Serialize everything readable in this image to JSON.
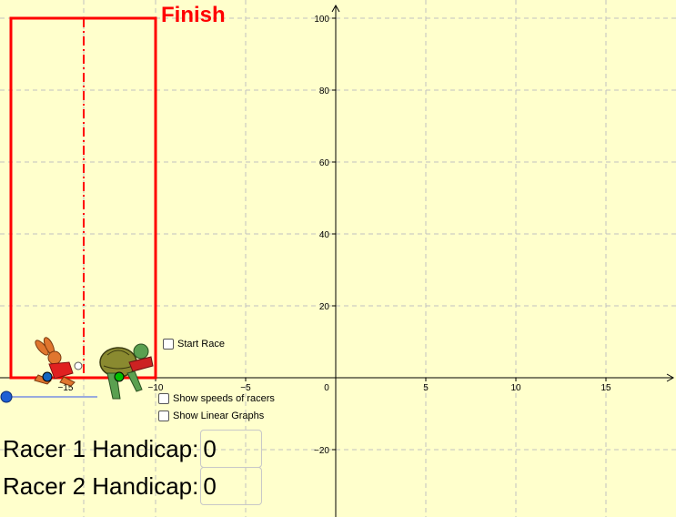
{
  "finish_label": "Finish",
  "axes": {
    "x_ticks": [
      "−15",
      "−10",
      "−5",
      "0",
      "5",
      "10",
      "15"
    ],
    "y_ticks": [
      "100",
      "80",
      "60",
      "40",
      "20",
      "−20"
    ]
  },
  "controls": {
    "start_race": "Start Race",
    "show_speeds": "Show speeds of racers",
    "show_linear": "Show Linear Graphs"
  },
  "handicaps": {
    "racer1_label": "Racer 1 Handicap:",
    "racer1_value": "0",
    "racer2_label": "Racer 2 Handicap:",
    "racer2_value": "0"
  },
  "colors": {
    "background": "#ffffcc",
    "track": "#ff0000",
    "racer1_point": "#1565c0",
    "racer2_point": "#00c000",
    "slider": "#99aadd"
  }
}
